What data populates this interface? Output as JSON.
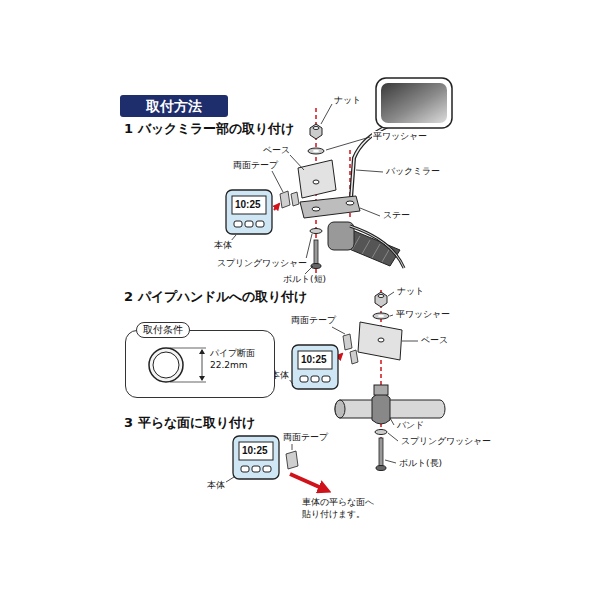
{
  "diagram": {
    "title": "取付方法",
    "nodes": [
      {
        "text": [
          "取付条件",
          "パイプ断面 22.2mm"
        ]
      }
    ],
    "labels": [
      "1 バックミラー部の取り付け",
      "ナット",
      "平ワッシャー",
      "ベース",
      "両面テープ",
      "バックミラー",
      "ステー",
      "本体",
      "スプリングワッシャー",
      "ボルト(短)",
      "10:25",
      "2 パイプハンドルへの取り付け",
      "両面テープ",
      "ナット",
      "平ワッシャー",
      "ベース",
      "本体",
      "バンド",
      "スプリングワッシャー",
      "ボルト(長)",
      "10:25",
      "3 平らな面に取り付け",
      "本体",
      "両面テープ",
      "10:25",
      "車体の平らな面へ 貼り付けます。"
    ]
  }
}
